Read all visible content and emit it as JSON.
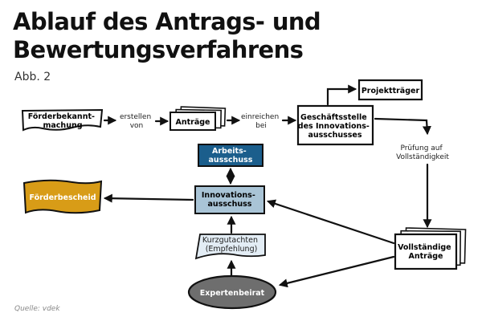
{
  "header": {
    "title_line1": "Ablauf des Antrags- und",
    "title_line2": "Bewertungsverfahrens",
    "subtitle": "Abb. 2"
  },
  "nodes": {
    "foerderbekanntmachung": [
      "Förderbekannt-",
      "machung"
    ],
    "antraege": "Anträge",
    "geschaeftsstelle": [
      "Geschäftsstelle",
      "des Innovations-",
      "ausschusses"
    ],
    "projekttraeger": "Projektträger",
    "arbeitsausschuss": [
      "Arbeits-",
      "ausschuss"
    ],
    "innovationsausschuss": [
      "Innovations-",
      "ausschuss"
    ],
    "foerderbescheid": "Förderbescheid",
    "kurzgutachten": [
      "Kurzgutachten",
      "(Empfehlung)"
    ],
    "expertenbeirat": "Expertenbeirat",
    "vollstaendige_antraege": [
      "Vollständige",
      "Anträge"
    ]
  },
  "edge_labels": {
    "erstellen_von": [
      "erstellen",
      "von"
    ],
    "einreichen_bei": [
      "einreichen",
      "bei"
    ],
    "pruefung": [
      "Prüfung auf",
      "Vollständigkeit"
    ]
  },
  "colors": {
    "arbeitsausschuss": "#1b5e8c",
    "innovationsausschuss": "#a9c4d6",
    "kurzgutachten": "#e3edf5",
    "foerderbescheid": "#d89c17",
    "expertenbeirat": "#6e6e6e"
  },
  "footer": {
    "source": "Quelle: vdek"
  }
}
